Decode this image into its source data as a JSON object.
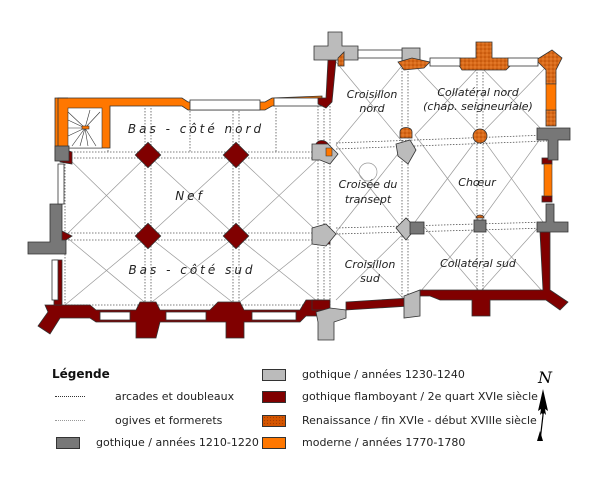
{
  "plan": {
    "labels": {
      "bas_cote_nord": "Bas - côté nord",
      "nef": "Nef",
      "bas_cote_sud": "Bas - côté sud",
      "croisillon_nord_1": "Croisillon",
      "croisillon_nord_2": "nord",
      "croisee_1": "Croisée du",
      "croisee_2": "transept",
      "croisillon_sud_1": "Croisillon",
      "croisillon_sud_2": "sud",
      "collateral_nord_1": "Collatéral nord",
      "collateral_nord_2": "(chap. seigneuriale)",
      "choeur": "Chœur",
      "collateral_sud": "Collatéral sud"
    }
  },
  "colors": {
    "gothique_1210": "#777777",
    "gothique_1230": "#bbbbbb",
    "flamboyant": "#800000",
    "renaissance": "#d45500",
    "moderne": "#ff7700"
  },
  "legend": {
    "title": "Légende",
    "items": [
      {
        "label": "arcades et doubleaux",
        "type": "line-dotted"
      },
      {
        "label": "ogives et formerets",
        "type": "line-fine"
      },
      {
        "label": "gothique / années 1210-1220",
        "type": "swatch",
        "color": "#777777"
      },
      {
        "label": "gothique / années 1230-1240",
        "type": "swatch",
        "color": "#bbbbbb"
      },
      {
        "label": "gothique flamboyant / 2e quart XVIe siècle",
        "type": "swatch",
        "color": "#800000"
      },
      {
        "label": "Renaissance / fin XVIe - début XVIIIe siècle",
        "type": "swatch",
        "color": "#d45500"
      },
      {
        "label": "moderne / années 1770-1780",
        "type": "swatch",
        "color": "#ff7700"
      }
    ]
  },
  "compass": {
    "label": "N",
    "icon": "north-arrow-icon"
  }
}
